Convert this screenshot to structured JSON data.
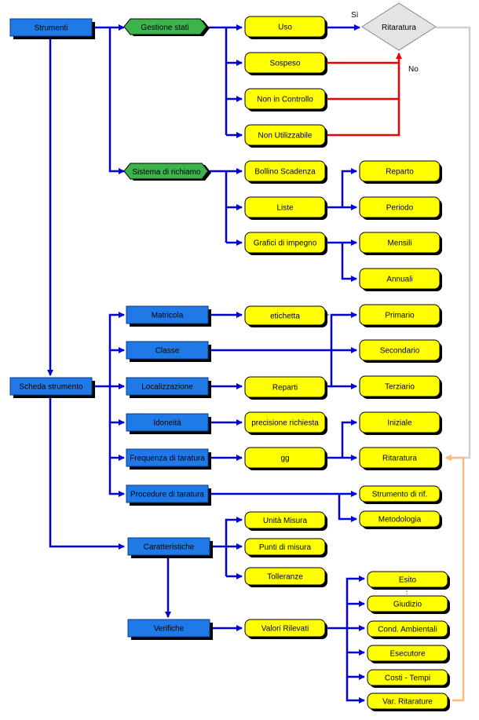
{
  "colors": {
    "blue_box": "#1f7ae8",
    "yellow_box": "#ffff00",
    "green_hex": "#3cb44b",
    "diamond": "#e4e4e4",
    "shadow": "#000000",
    "flow": "#0000dd",
    "red_flow": "#ee0000",
    "gray_flow": "#d0d0d0",
    "orange_flow": "#ffbb77"
  },
  "nodes": {
    "strumenti": "Strumenti",
    "gestione_stati": "Gestione stati",
    "uso": "Uso",
    "sospeso": "Sospeso",
    "non_in_controllo": "Non in Controllo",
    "non_utilizzabile": "Non Utilizzabile",
    "ritaratura_decision": "Ritaratura",
    "si": "Sì",
    "no": "No",
    "sistema_richiamo": "Sistema di richiamo",
    "bollino_scadenza": "Bollino Scadenza",
    "liste": "Liste",
    "grafici_impegno": "Grafici di impegno",
    "reparto": "Reparto",
    "periodo": "Periodo",
    "mensili": "Mensili",
    "annuali": "Annuali",
    "scheda_strumento": "Scheda strumento",
    "matricola": "Matricola",
    "classe": "Classe",
    "localizzazione": "Localizzazione",
    "idoneita": "Idoneità",
    "frequenza_taratura": "Frequenza di taratura",
    "procedure_taratura": "Procedure di taratura",
    "etichetta": "etichetta",
    "reparti": "Reparti",
    "precisione_richiesta": "precisione richiesta",
    "gg": "gg",
    "primario": "Primario",
    "secondario": "Secondario",
    "terziario": "Terziario",
    "iniziale": "Iniziale",
    "ritaratura": "Ritaratura",
    "strumento_rif": "Strumento di rif.",
    "metodologia": "Metodologia",
    "caratteristiche": "Caratteristiche",
    "unita_misura": "Unità Misura",
    "punti_misura": "Punti di misura",
    "tolleranze": "Tolleranze",
    "verifiche": "Verifiche",
    "valori_rilevati": "Valori Rilevati",
    "esito": "Esito",
    "giudizio": "Giudizio",
    "cond_ambientali": "Cond. Ambientali",
    "esecutore": "Esecutore",
    "costi_tempi": "Costi - Tempi",
    "var_ritarature": "Var. Ritarature"
  }
}
